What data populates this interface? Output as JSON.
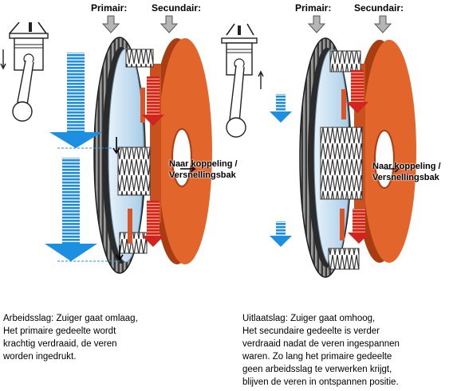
{
  "left": {
    "primary_label": "Primair:",
    "secondary_label": "Secundair:",
    "output_line1": "Naar koppeling /",
    "output_line2": "Versnellingsbak",
    "caption": [
      "Arbeidsslag: Zuiger gaat omlaag,",
      "Het primaire gedeelte wordt",
      "krachtig verdraaid, de veren",
      "worden ingedrukt."
    ]
  },
  "right": {
    "primary_label": "Primair:",
    "secondary_label": "Secundair:",
    "output_line1": "Naar koppeling /",
    "output_line2": "Versnellingsbak",
    "caption": [
      "Uitlaatslag: Zuiger gaat omhoog,",
      "Het secundaire gedeelte is verder",
      "verdraaid nadat de veren ingespannen",
      "waren. Zo lang het primaire gedeelte",
      "geen arbeidsslag te verwerken krijgt,",
      "blijven de veren in ontspannen positie."
    ]
  },
  "colors": {
    "flywheel": "#e2652c",
    "flywheel_dark": "#a93d12",
    "primary_disc": "#bcd9ee",
    "gear_ring": "#2b2b2b",
    "blue_arrow": "#1d8fe0",
    "red_arrow": "#d2231f",
    "gray_arrow": "#b5b5b5"
  },
  "icons": [
    "down-arrow-icon",
    "piston-icon",
    "spring-icon",
    "gear-ring-icon",
    "output-arrow-icon"
  ]
}
